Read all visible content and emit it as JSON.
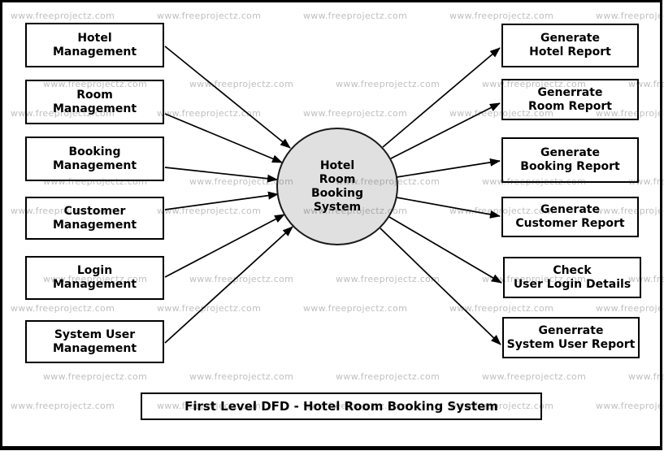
{
  "title": "First Level DFD - Hotel Room Booking System",
  "watermark": {
    "text": "www.freeprojectz.com"
  },
  "process": {
    "label": "Hotel\nRoom\nBooking\nSystem"
  },
  "left_entities": [
    {
      "label": "Hotel\nManagement"
    },
    {
      "label": "Room\nManagement"
    },
    {
      "label": "Booking\nManagement"
    },
    {
      "label": "Customer\nManagement"
    },
    {
      "label": "Login\nManagement"
    },
    {
      "label": "System User\nManagement"
    }
  ],
  "right_entities": [
    {
      "label": "Generate\nHotel Report"
    },
    {
      "label": "Generrate\nRoom Report"
    },
    {
      "label": "Generate\nBooking Report"
    },
    {
      "label": "Generate\nCustomer Report"
    },
    {
      "label": "Check\nUser Login Details"
    },
    {
      "label": "Generrate\nSystem User Report"
    }
  ]
}
